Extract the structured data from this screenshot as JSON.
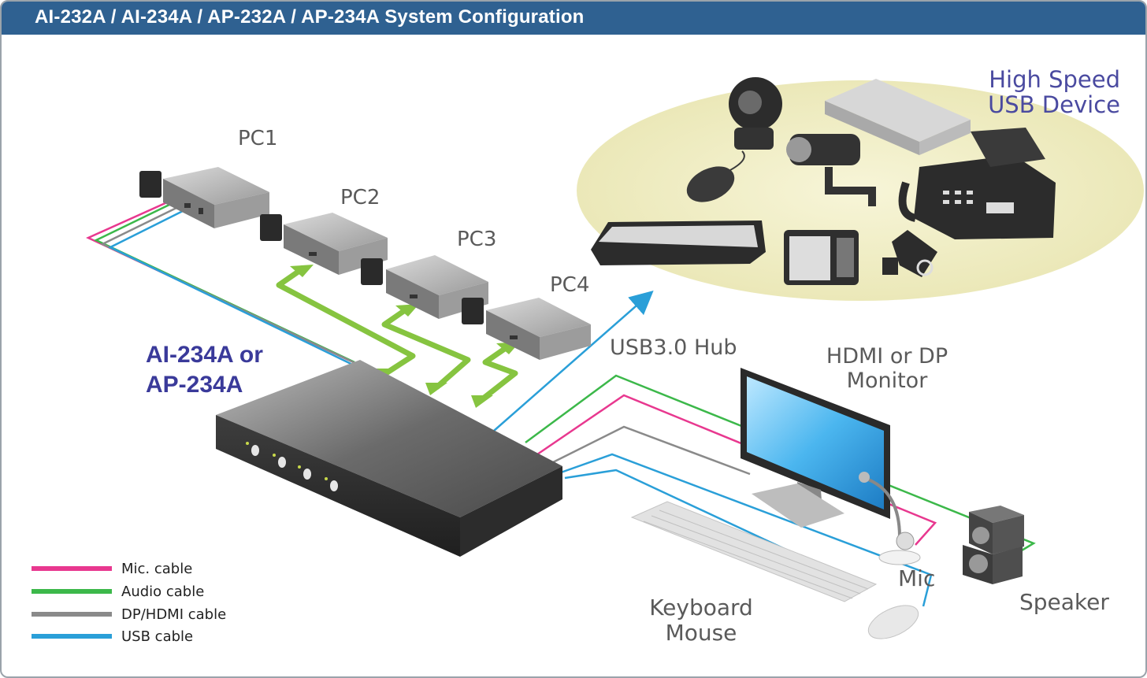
{
  "title": "AI-232A / AI-234A / AP-232A / AP-234A System Configuration",
  "switch_label": {
    "line1": "AI-234A or",
    "line2": "AP-234A"
  },
  "pcs": [
    {
      "label": "PC1"
    },
    {
      "label": "PC2"
    },
    {
      "label": "PC3"
    },
    {
      "label": "PC4"
    }
  ],
  "usb_hub_label": "USB3.0 Hub",
  "usb_device_label": {
    "line1": "High Speed",
    "line2": "USB Device"
  },
  "monitor_label": {
    "line1": "HDMI or DP",
    "line2": "Monitor"
  },
  "mic_label": "Mic",
  "speaker_label": "Speaker",
  "keyboard_mouse_label": {
    "line1": "Keyboard",
    "line2": "Mouse"
  },
  "legend": [
    {
      "label": "Mic. cable",
      "color": "#e8388f"
    },
    {
      "label": "Audio cable",
      "color": "#3cb84a"
    },
    {
      "label": "DP/HDMI cable",
      "color": "#8a8a8a"
    },
    {
      "label": "USB cable",
      "color": "#2a9fd8"
    }
  ],
  "colors": {
    "title_bar": "#2f6191",
    "link_arrow": "#86c440",
    "usb_ellipse": "#f1efc6"
  }
}
